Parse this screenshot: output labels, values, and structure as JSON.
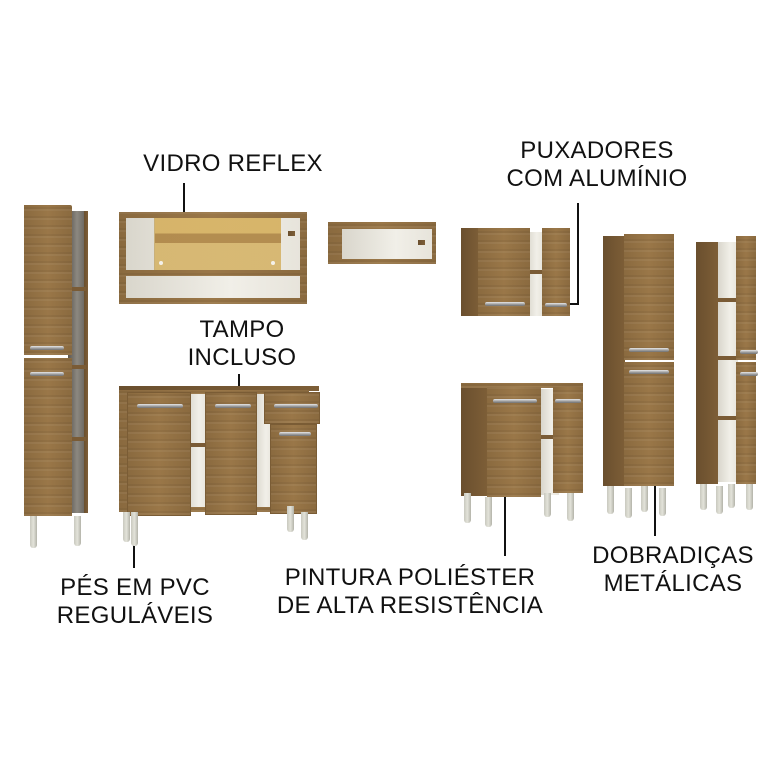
{
  "labels": {
    "vidro_reflex": "VIDRO REFLEX",
    "puxadores_line1": "PUXADORES",
    "puxadores_line2": "COM ALUMÍNIO",
    "tampo_line1": "TAMPO",
    "tampo_line2": "INCLUSO",
    "pes_line1": "PÉS EM PVC",
    "pes_line2": "REGULÁVEIS",
    "pintura_line1": "PINTURA POLIÉSTER",
    "pintura_line2": "DE ALTA RESISTÊNCIA",
    "dobradicas_line1": "DOBRADIÇAS",
    "dobradicas_line2": "METÁLICAS"
  },
  "colors": {
    "background": "#ffffff",
    "wood": "#8b6a3e",
    "interior": "#ece9e1",
    "legs": "#d0d0c6",
    "text": "#111111"
  },
  "products": [
    {
      "id": "tall-pantry-left",
      "type": "tall cabinet",
      "doors": 2,
      "legs": 2
    },
    {
      "id": "glass-wall-cabinet",
      "type": "wall cabinet",
      "feature": "sliding reflex glass door"
    },
    {
      "id": "open-niche",
      "type": "open wall niche"
    },
    {
      "id": "sink-base-cabinet",
      "type": "base cabinet",
      "doors": 3,
      "drawers": 1
    },
    {
      "id": "wall-cabinet-2-doors",
      "type": "wall cabinet",
      "doors": 2
    },
    {
      "id": "base-cabinet-2-doors",
      "type": "base cabinet",
      "doors": 2
    },
    {
      "id": "tall-cabinet-closed",
      "type": "tall cabinet",
      "doors": 2
    },
    {
      "id": "tall-cabinet-open",
      "type": "tall cabinet",
      "doors": 2
    }
  ]
}
